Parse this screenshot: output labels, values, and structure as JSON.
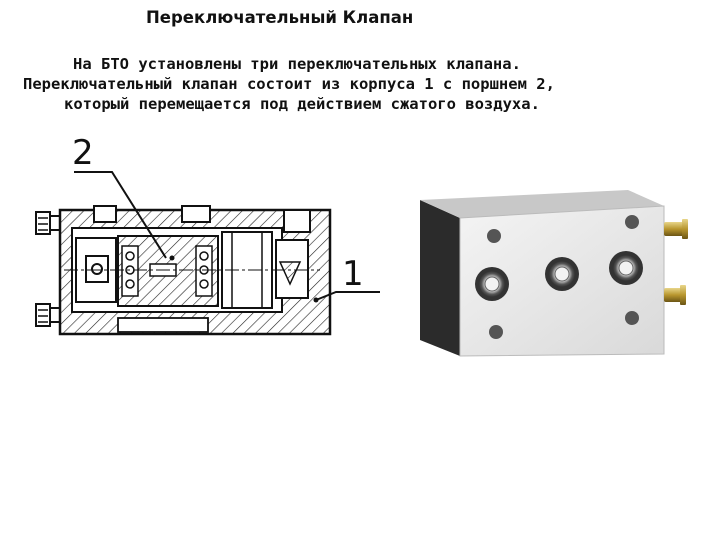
{
  "slide": {
    "title": "Переключательный Клапан",
    "paragraph": {
      "line1": "На БТО установлены три переключательных клапана.",
      "line2": "Переключательный клапан состоит из корпуса  1 с поршнем  2,",
      "line3": "который перемещается под действием сжатого воздуха."
    }
  },
  "figure": {
    "callout_2": "2",
    "callout_1": "1"
  }
}
